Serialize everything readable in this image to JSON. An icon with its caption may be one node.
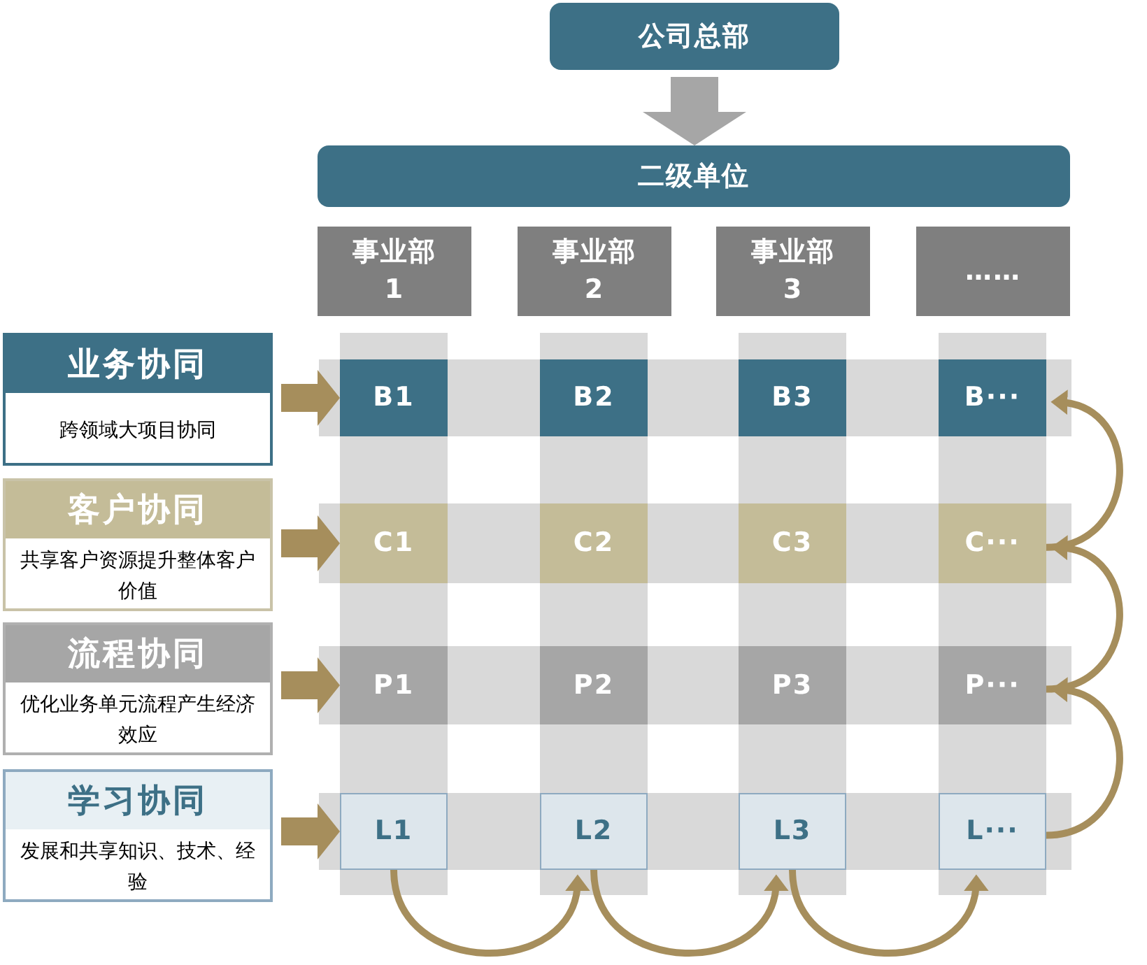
{
  "diagram": {
    "nodes": [
      {
        "text": [
          "公司总部"
        ]
      },
      {
        "text": [
          "二级单位"
        ]
      },
      {
        "text": [
          "事业部 1"
        ]
      },
      {
        "text": [
          "事业部 2"
        ]
      },
      {
        "text": [
          "事业部 3"
        ]
      },
      {
        "text": [
          "……"
        ]
      },
      {
        "text": [
          "业务协同",
          "跨领域大项目协同"
        ]
      },
      {
        "text": [
          "客户协同",
          "共享客户资源提升整体客户价值"
        ]
      },
      {
        "text": [
          "流程协同",
          "优化业务单元流程产生经济效应"
        ]
      },
      {
        "text": [
          "学习协同",
          "发展和共享知识、技术、经验"
        ]
      },
      {
        "text": [
          "B1"
        ]
      },
      {
        "text": [
          "B2"
        ]
      },
      {
        "text": [
          "B3"
        ]
      },
      {
        "text": [
          "B···"
        ]
      },
      {
        "text": [
          "C1"
        ]
      },
      {
        "text": [
          "C2"
        ]
      },
      {
        "text": [
          "C3"
        ]
      },
      {
        "text": [
          "C···"
        ]
      },
      {
        "text": [
          "P1"
        ]
      },
      {
        "text": [
          "P2"
        ]
      },
      {
        "text": [
          "P3"
        ]
      },
      {
        "text": [
          "P···"
        ]
      },
      {
        "text": [
          "L1"
        ]
      },
      {
        "text": [
          "L2"
        ]
      },
      {
        "text": [
          "L3"
        ]
      },
      {
        "text": [
          "L···"
        ]
      }
    ],
    "edges": [
      {
        "from": 0,
        "to": 1,
        "arrow": "to",
        "style": "thick",
        "color": "#a6a6a6"
      },
      {
        "from": 6,
        "to": 10,
        "arrow": "to",
        "style": "thick"
      },
      {
        "from": 7,
        "to": 14,
        "arrow": "to",
        "style": "thick"
      },
      {
        "from": 8,
        "to": 18,
        "arrow": "to",
        "style": "thick"
      },
      {
        "from": 9,
        "to": 22,
        "arrow": "to",
        "style": "thick"
      },
      {
        "from": 17,
        "to": 13,
        "arrow": "to"
      },
      {
        "from": 21,
        "to": 17,
        "arrow": "to"
      },
      {
        "from": 25,
        "to": 21,
        "arrow": "to"
      },
      {
        "from": 22,
        "to": 23,
        "arrow": "to"
      },
      {
        "from": 23,
        "to": 24,
        "arrow": "to"
      },
      {
        "from": 24,
        "to": 25,
        "arrow": "to"
      }
    ]
  }
}
